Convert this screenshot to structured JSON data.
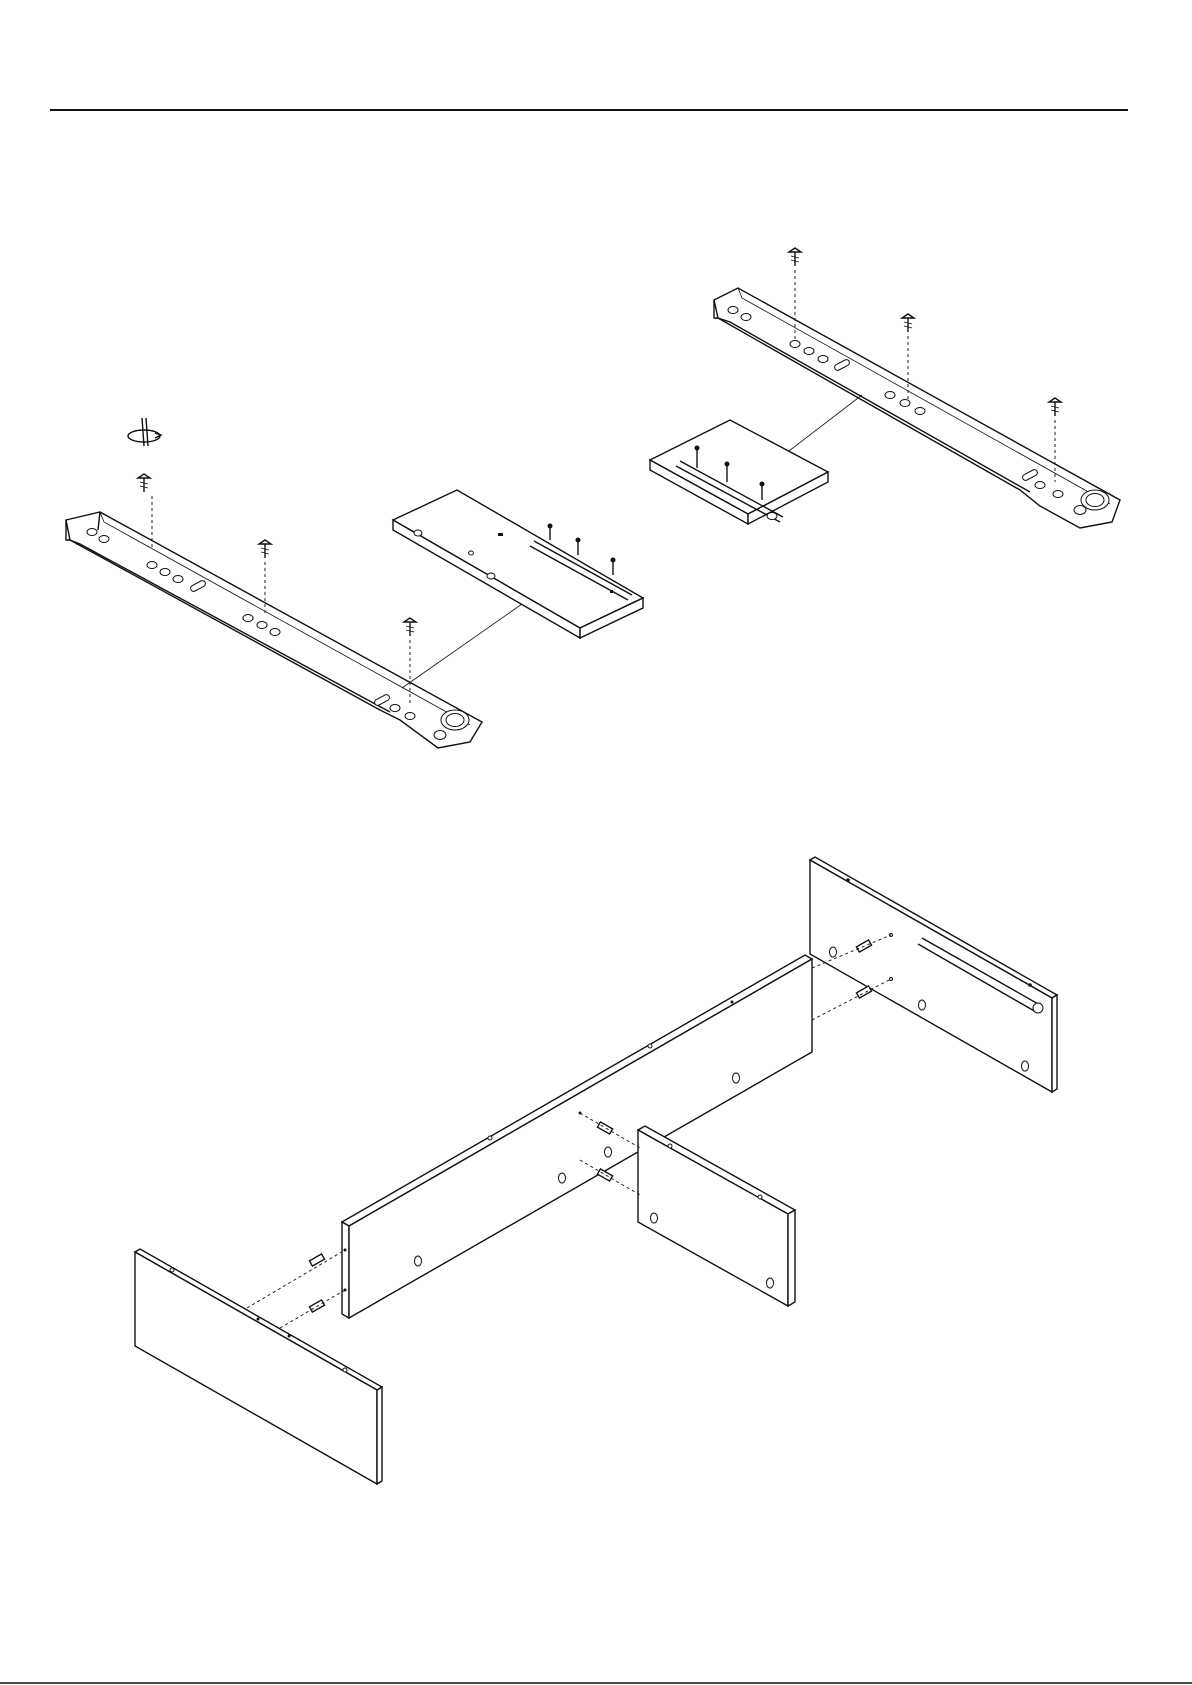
{
  "document": {
    "type": "assembly-instruction-page",
    "text": []
  },
  "colors": {
    "ink": "#111111",
    "paper": "#ffffff"
  },
  "steps": [
    {
      "name": "left-rail-to-panel",
      "screws": 3
    },
    {
      "name": "right-rail-to-panel",
      "screws": 3
    },
    {
      "name": "frame-dowel-assembly",
      "dowels": 6
    }
  ]
}
